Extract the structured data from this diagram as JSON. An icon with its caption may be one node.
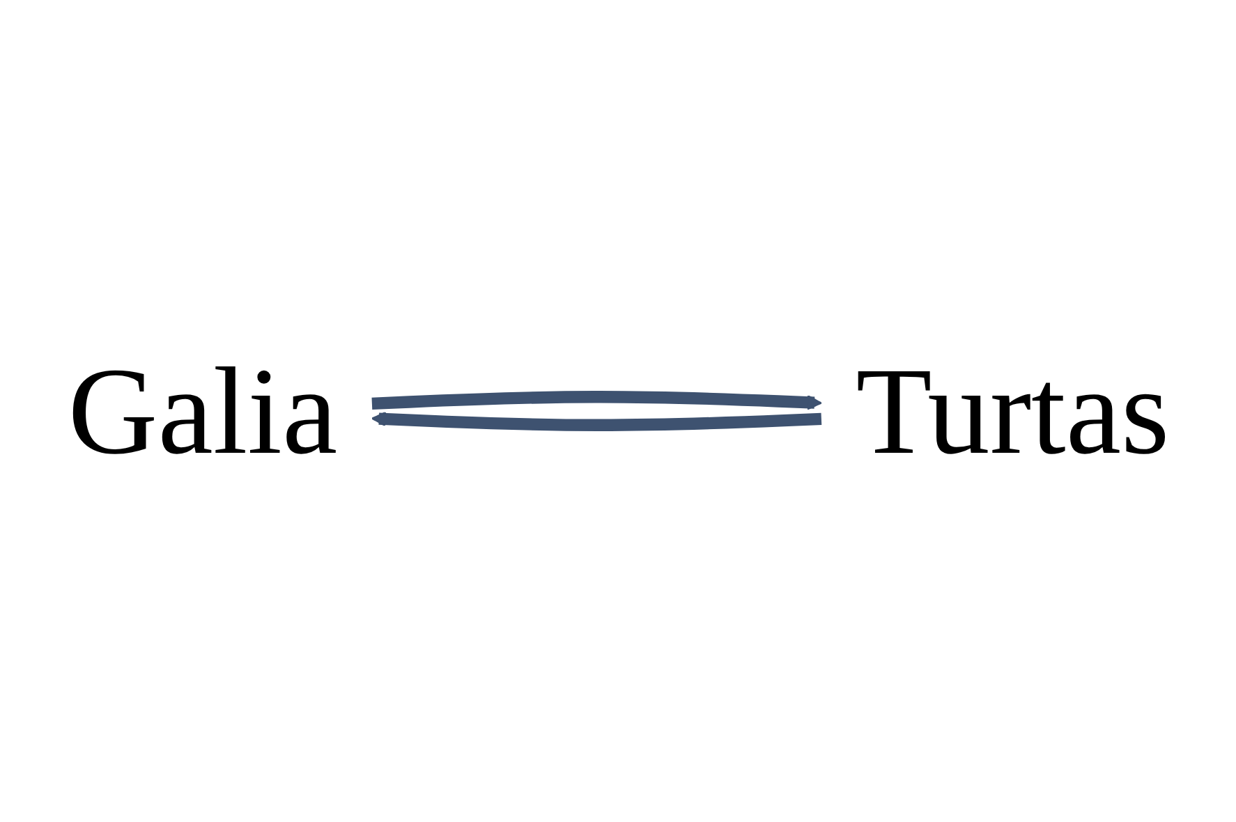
{
  "diagram": {
    "nodes": [
      {
        "text": [
          "Galia"
        ]
      },
      {
        "text": [
          "Turtas"
        ]
      }
    ],
    "edges": [
      {
        "from": 0,
        "to": 1,
        "arrow": "to"
      },
      {
        "from": 1,
        "to": 0,
        "arrow": "to"
      }
    ]
  }
}
